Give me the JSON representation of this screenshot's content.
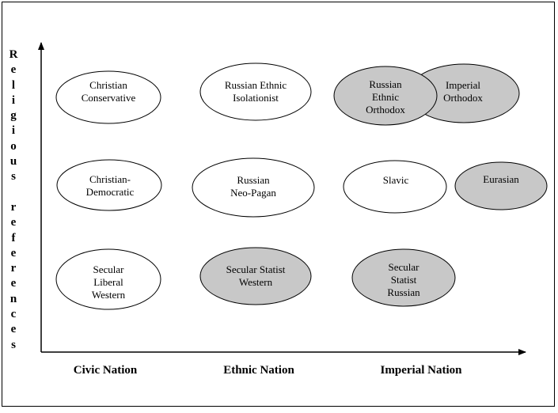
{
  "axes": {
    "y_label": "Religious references",
    "x_labels": [
      "Civic Nation",
      "Ethnic Nation",
      "Imperial Nation"
    ]
  },
  "colors": {
    "filled": "#c8c8c8",
    "empty": "#ffffff",
    "stroke": "#000000"
  },
  "nodes": [
    {
      "id": "christian-conservative",
      "lines": [
        "Christian",
        "Conservative"
      ],
      "filled": false
    },
    {
      "id": "russian-ethnic-isolationist",
      "lines": [
        "Russian Ethnic",
        "Isolationist"
      ],
      "filled": false
    },
    {
      "id": "imperial-orthodox",
      "lines": [
        "Imperial",
        "Orthodox"
      ],
      "filled": true
    },
    {
      "id": "russian-ethnic-orthodox",
      "lines": [
        "Russian",
        "Ethnic",
        "Orthodox"
      ],
      "filled": true
    },
    {
      "id": "christian-democratic",
      "lines": [
        "Christian-",
        "Democratic"
      ],
      "filled": false
    },
    {
      "id": "russian-neo-pagan",
      "lines": [
        "Russian",
        "Neo-Pagan"
      ],
      "filled": false
    },
    {
      "id": "slavic",
      "lines": [
        "Slavic"
      ],
      "filled": false
    },
    {
      "id": "eurasian",
      "lines": [
        "Eurasian"
      ],
      "filled": true
    },
    {
      "id": "secular-liberal-western",
      "lines": [
        "Secular",
        "Liberal",
        "Western"
      ],
      "filled": false
    },
    {
      "id": "secular-statist-western",
      "lines": [
        "Secular Statist",
        "Western"
      ],
      "filled": true
    },
    {
      "id": "secular-statist-russian",
      "lines": [
        "Secular",
        "Statist",
        "Russian"
      ],
      "filled": true
    }
  ]
}
